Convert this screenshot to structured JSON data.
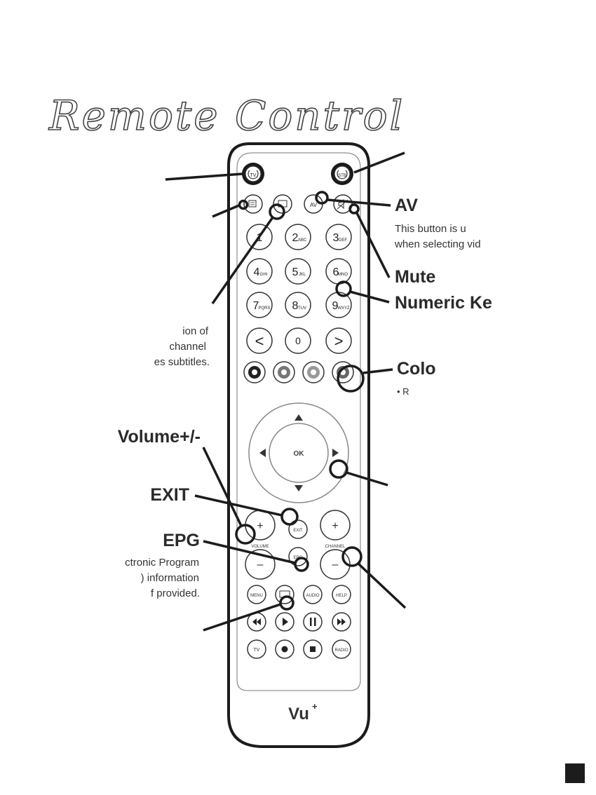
{
  "page": {
    "title": "Remote Control"
  },
  "callouts": {
    "av": {
      "title": "AV",
      "lines": [
        "This button is u",
        "when selecting vid"
      ]
    },
    "mute": {
      "title": "Mute"
    },
    "numeric": {
      "title": "Numeric Ke"
    },
    "color": {
      "title": "Colo",
      "lines": [
        "• R"
      ]
    },
    "subtitle": {
      "lines": [
        "ion of",
        "channel",
        "es subtitles."
      ]
    },
    "volume": {
      "title": "Volume+/-"
    },
    "exit": {
      "title": "EXIT"
    },
    "epg": {
      "title": "EPG",
      "lines": [
        "ctronic Program",
        ") information",
        "f provided."
      ]
    }
  },
  "remote": {
    "power_tv": "TV",
    "power_stb": "STB",
    "top_row": {
      "av": "AV"
    },
    "numbers": [
      {
        "digit": "1",
        "letters": ""
      },
      {
        "digit": "2",
        "letters": "ABC"
      },
      {
        "digit": "3",
        "letters": "DEF"
      },
      {
        "digit": "4",
        "letters": "GHI"
      },
      {
        "digit": "5",
        "letters": "JKL"
      },
      {
        "digit": "6",
        "letters": "MNO"
      },
      {
        "digit": "7",
        "letters": "PQRS"
      },
      {
        "digit": "8",
        "letters": "TUV"
      },
      {
        "digit": "9",
        "letters": "WXYZ"
      }
    ],
    "nav_row": {
      "prev": "<",
      "zero": "0",
      "next": ">"
    },
    "ok": "OK",
    "exit": "EXIT",
    "epg": "EPG",
    "volume_label": "VOLUME",
    "channel_label": "CHANNEL",
    "plus": "+",
    "minus": "–",
    "func_row": {
      "menu": "MENU",
      "audio": "AUDIO",
      "help": "HELP"
    },
    "bottom_row": {
      "tv": "TV",
      "radio": "RADIO"
    },
    "brand": "Vu",
    "brand_sup": "+"
  }
}
